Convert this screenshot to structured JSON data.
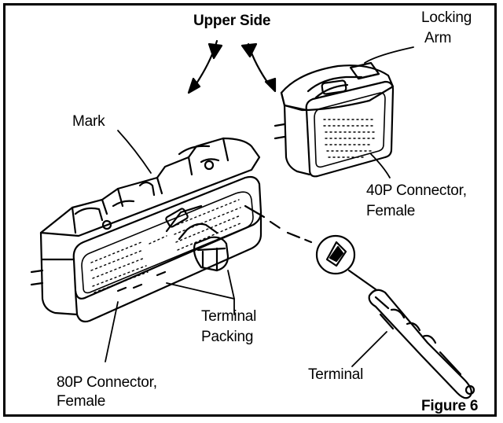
{
  "labels": {
    "upper_side": "Upper Side",
    "locking_arm_1": "Locking",
    "locking_arm_2": "Arm",
    "mark": "Mark",
    "connector_40p_1": "40P Connector,",
    "connector_40p_2": "Female",
    "terminal_packing_1": "Terminal",
    "terminal_packing_2": "Packing",
    "connector_80p_1": "80P Connector,",
    "connector_80p_2": "Female",
    "terminal": "Terminal",
    "figure": "Figure 6"
  }
}
